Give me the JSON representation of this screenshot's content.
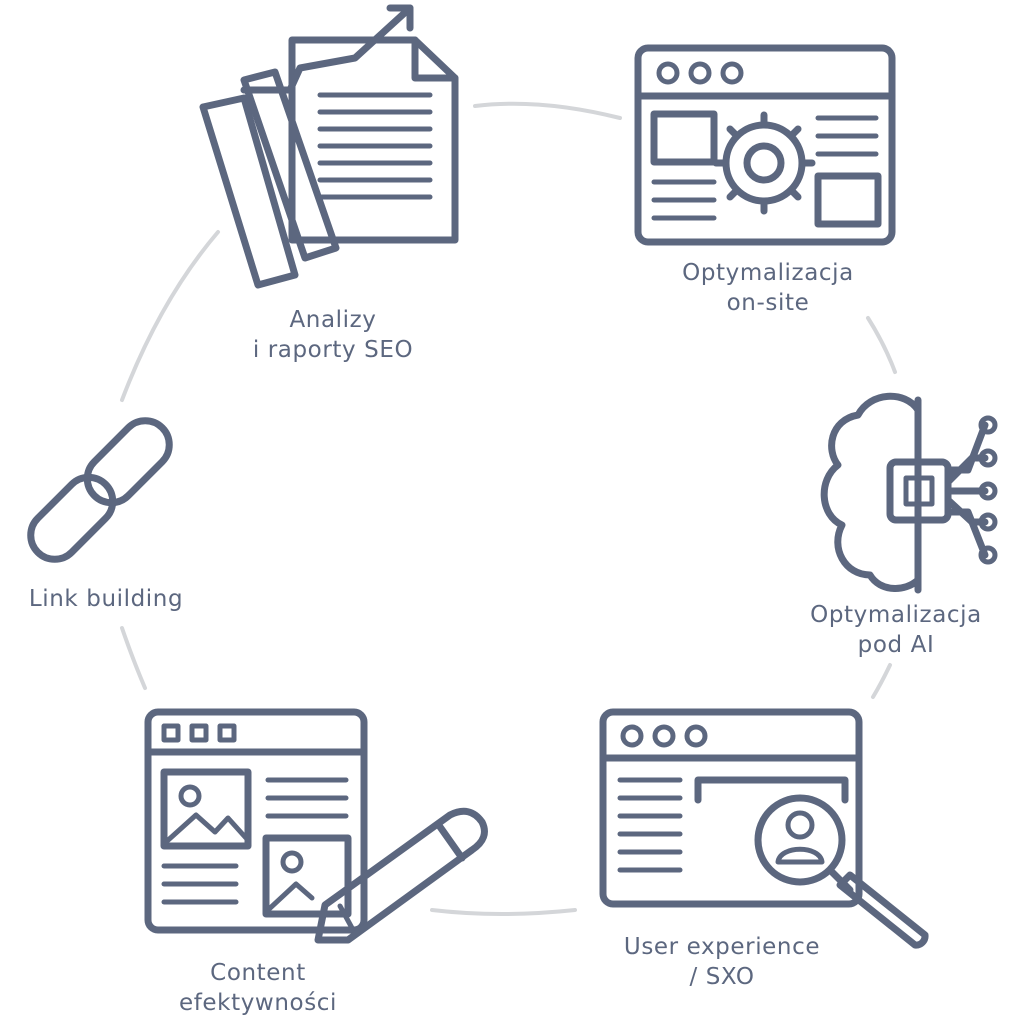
{
  "steps": [
    {
      "id": "analizy",
      "icon": "documents-chart-icon",
      "lines": [
        "Analizy",
        "i raporty SEO"
      ]
    },
    {
      "id": "onsite",
      "icon": "browser-gear-icon",
      "lines": [
        "Optymalizacja",
        "on-site"
      ]
    },
    {
      "id": "ai",
      "icon": "brain-chip-icon",
      "lines": [
        "Optymalizacja",
        "pod AI"
      ]
    },
    {
      "id": "ux",
      "icon": "browser-magnifier-user-icon",
      "lines": [
        "User experience",
        "/ SXO"
      ]
    },
    {
      "id": "content",
      "icon": "browser-images-pencil-icon",
      "lines": [
        "Content",
        "efektywności"
      ]
    },
    {
      "id": "links",
      "icon": "chain-link-icon",
      "lines": [
        "Link building"
      ]
    }
  ],
  "colors": {
    "icon": "#5c677f",
    "text": "#5c677f",
    "ring": "#d4d6d9"
  }
}
